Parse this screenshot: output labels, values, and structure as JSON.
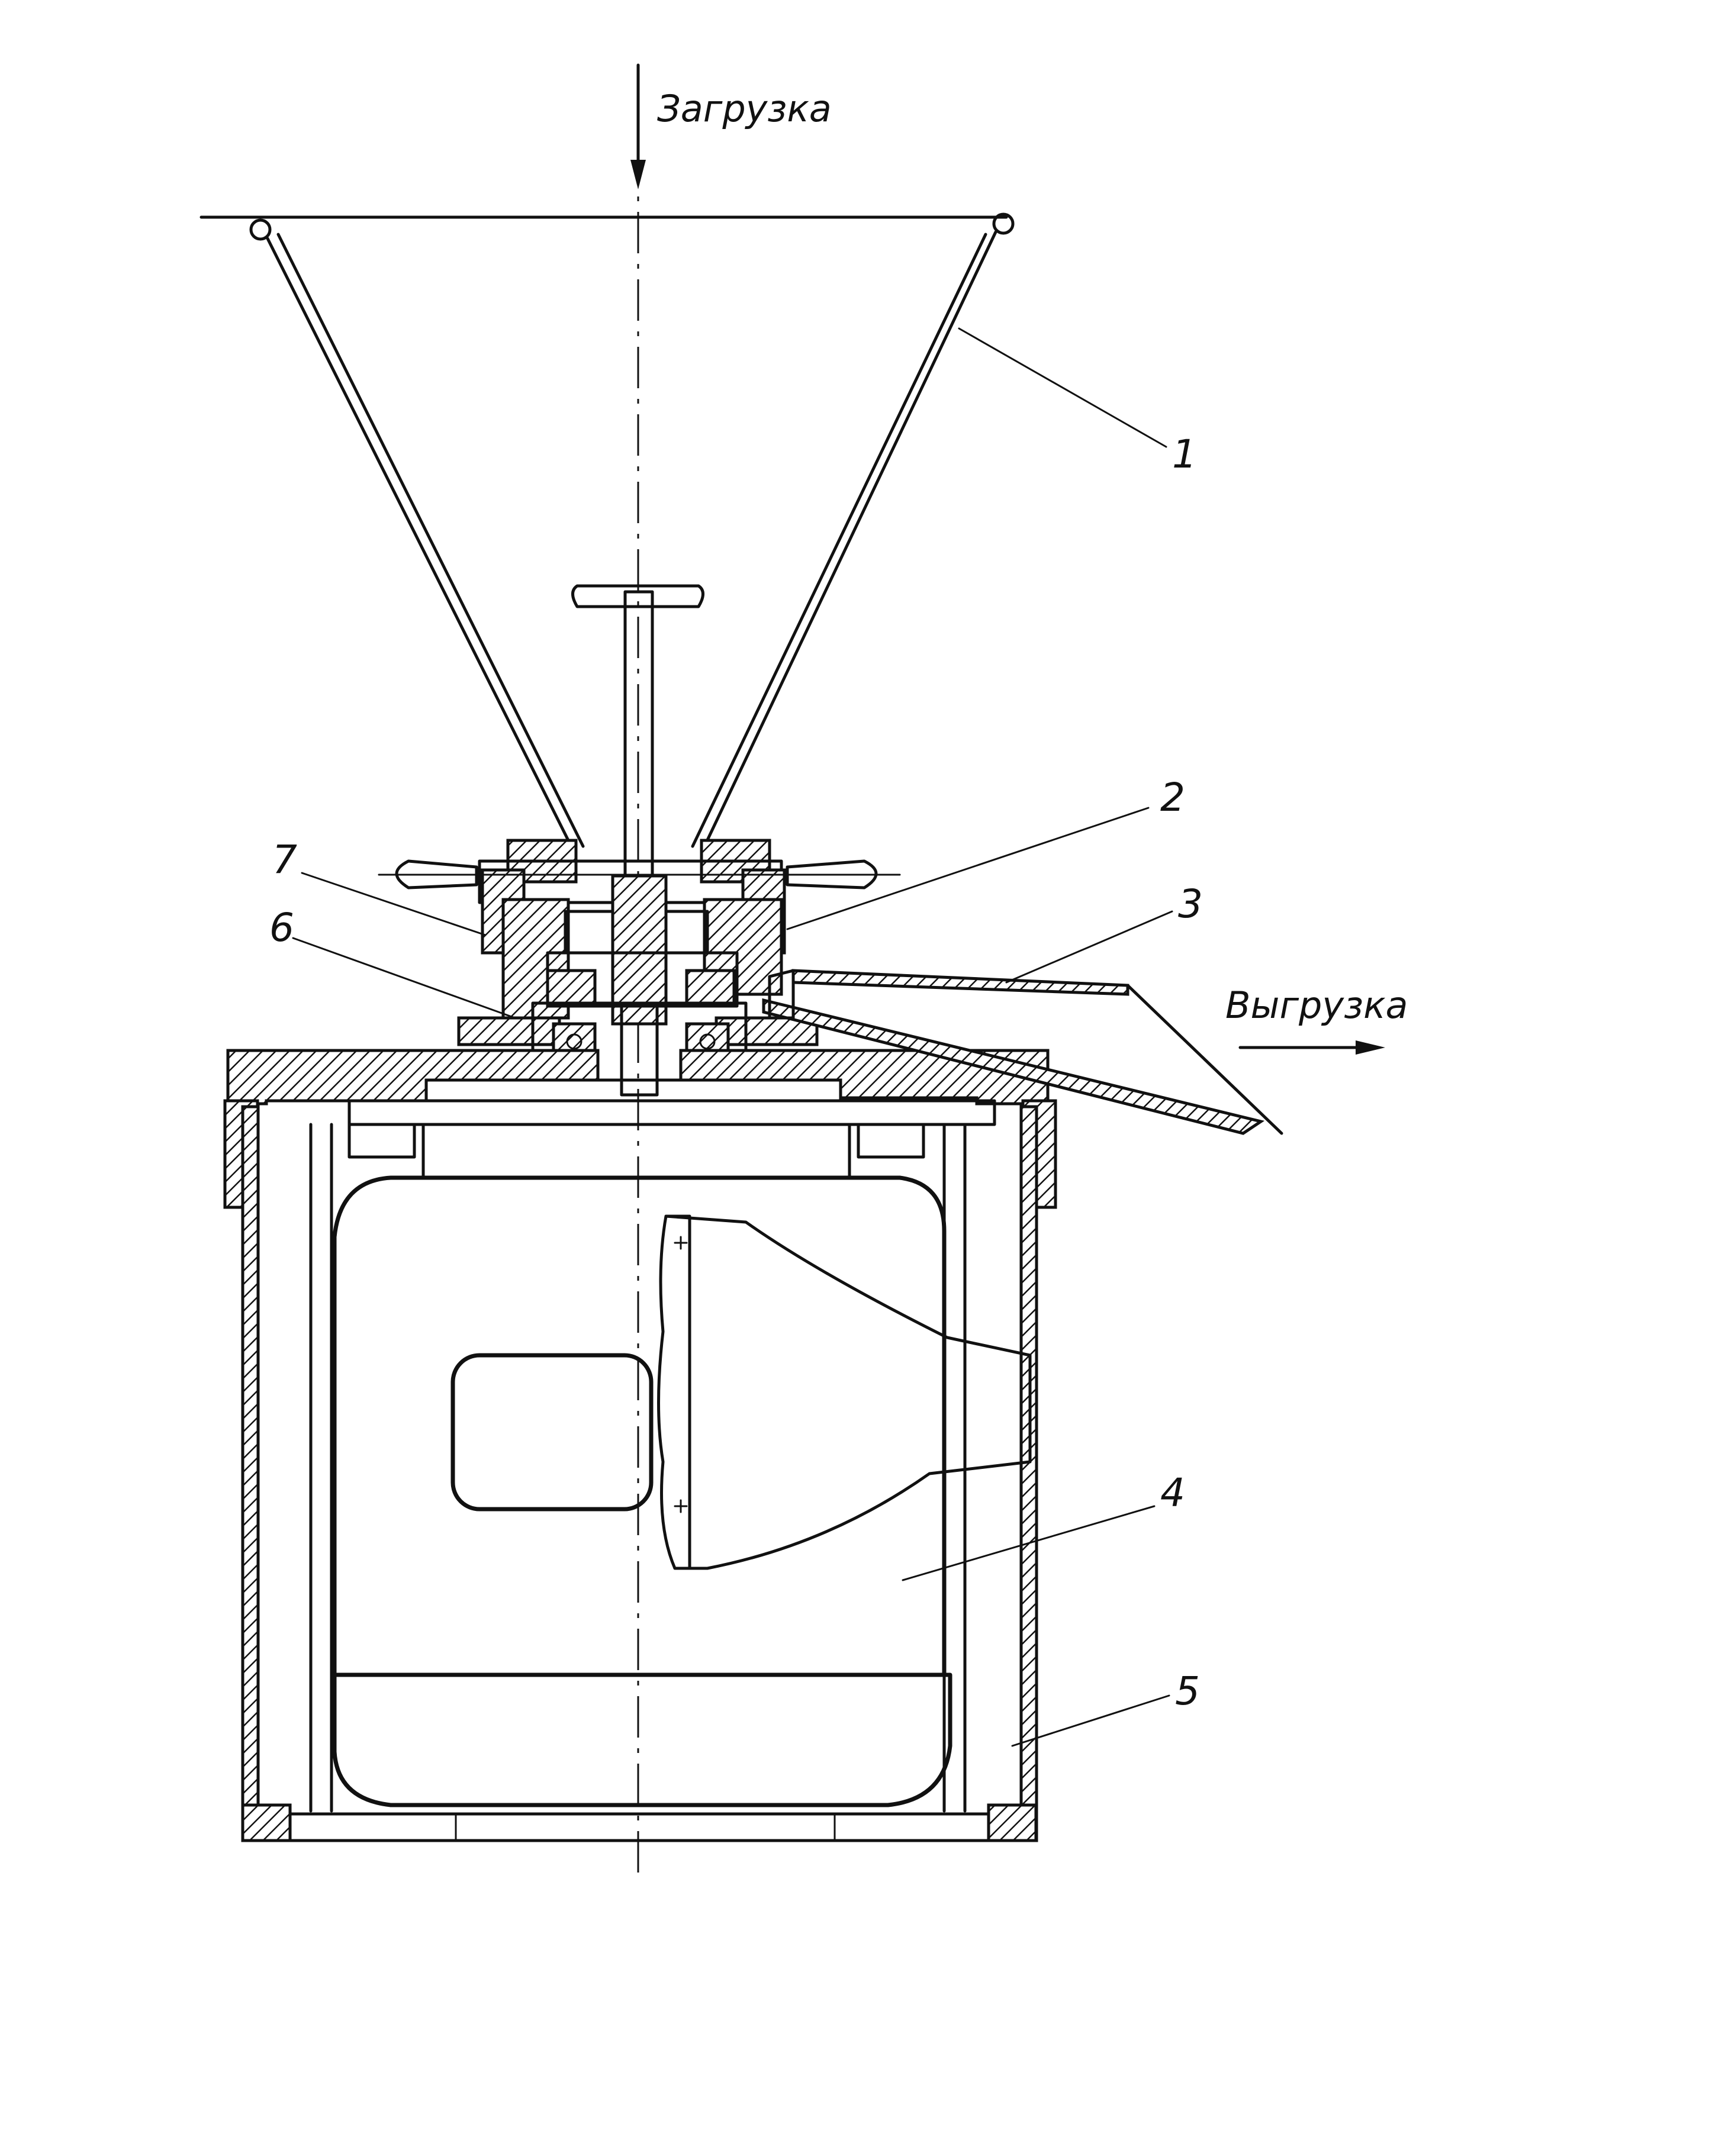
{
  "labels": {
    "load": "Загрузка",
    "unload": "Выгрузка",
    "callouts": [
      "1",
      "2",
      "3",
      "4",
      "5",
      "6",
      "7"
    ]
  },
  "colors": {
    "ink": "#111111",
    "paper": "#ffffff"
  }
}
